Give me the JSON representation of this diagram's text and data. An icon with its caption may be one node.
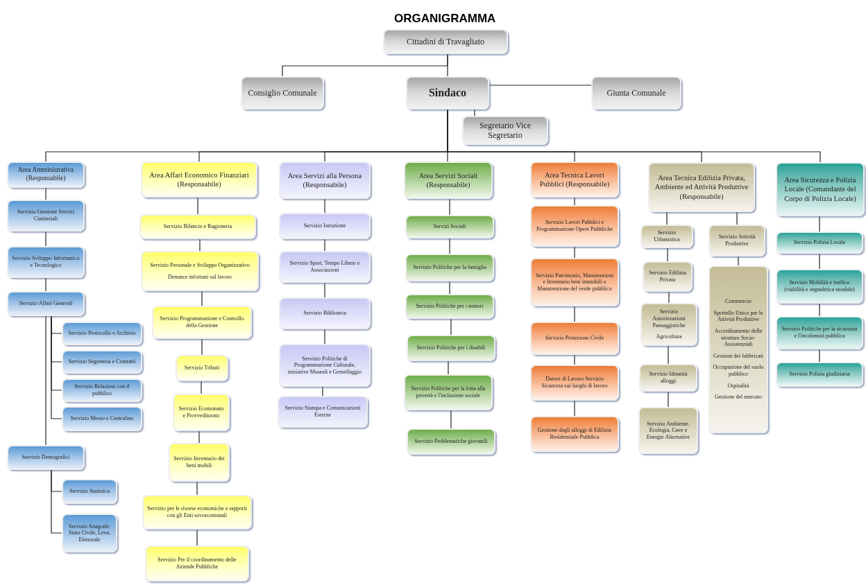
{
  "diagram": {
    "title": "ORGANIGRAMMA",
    "nodes": [
      {
        "text": [
          "Cittadini di Travagliato"
        ]
      },
      {
        "text": [
          "Consiglio Comunale"
        ]
      },
      {
        "text": [
          "Sindaco"
        ]
      },
      {
        "text": [
          "Giunta Comunale"
        ]
      },
      {
        "text": [
          "Segretario Vice Segretario"
        ]
      },
      {
        "text": [
          "Area Amministrativa (Responsabile)"
        ]
      },
      {
        "text": [
          "Servizio Gestione Servizi Cimiteriali"
        ]
      },
      {
        "text": [
          "Servizio Sviluppo Informatico e Tecnologico"
        ]
      },
      {
        "text": [
          "Servizio Affari Generali"
        ]
      },
      {
        "text": [
          "Servizio Protocollo e Archivio"
        ]
      },
      {
        "text": [
          "Servizio Segreteria e Contratti"
        ]
      },
      {
        "text": [
          "Servizio Relazioni con il pubblico"
        ]
      },
      {
        "text": [
          "Servizio Messo e Centralino"
        ]
      },
      {
        "text": [
          "Servizio Demografici"
        ]
      },
      {
        "text": [
          "Servizio Statistica"
        ]
      },
      {
        "text": [
          "Servizio Anagrafe, Stato Civile, Leva, Elettorale"
        ]
      },
      {
        "text": [
          "Area Affari Economico Finanziari (Responsabile)"
        ]
      },
      {
        "text": [
          "Servizio Bilancio e Ragioneria"
        ]
      },
      {
        "text": [
          "Servizio Personale e Sviluppo Organizzativo",
          "Denunce infortuni sul lavoro"
        ]
      },
      {
        "text": [
          "Servizio Programmazione e Controllo della Gestione"
        ]
      },
      {
        "text": [
          "Servizio Tributi"
        ]
      },
      {
        "text": [
          "Servizio Economato e Provveditorato"
        ]
      },
      {
        "text": [
          "Servizio Inventario dei beni mobili"
        ]
      },
      {
        "text": [
          "Servizio per le risorse economiche e rapporti con gli Enti sovracomunali"
        ]
      },
      {
        "text": [
          "Servizio Per il coordinamento delle Aziende Pubbliche"
        ]
      },
      {
        "text": [
          "Area Servizi alla Persona (Responsabile)"
        ]
      },
      {
        "text": [
          "Servizio Istruzione"
        ]
      },
      {
        "text": [
          "Servizio Sport, Tempo Libero e Associazioni"
        ]
      },
      {
        "text": [
          "Servizio Biblioteca"
        ]
      },
      {
        "text": [
          "Servizio Politiche di Programmazione Culturale, iniziative Museali e Gemellaggio"
        ]
      },
      {
        "text": [
          "Servizio Stampa e Comunicazioni Esterne"
        ]
      },
      {
        "text": [
          "Area Servizi Sociali (Responsabile)"
        ]
      },
      {
        "text": [
          "Servizi Sociali"
        ]
      },
      {
        "text": [
          "Servizio Politiche per la famiglia"
        ]
      },
      {
        "text": [
          "Servizio Politiche per i minori"
        ]
      },
      {
        "text": [
          "Servizio Politiche per i disabili"
        ]
      },
      {
        "text": [
          "Servizio Politiche per la lotta alla povertà e l'inclusione sociale"
        ]
      },
      {
        "text": [
          "Servizio Problematiche giovanili"
        ]
      },
      {
        "text": [
          "Area Tecnica Lavori Pubblici (Responsabile)"
        ]
      },
      {
        "text": [
          "Servizio Lavori Pubblici e Programmazione Opere Pubbliche"
        ]
      },
      {
        "text": [
          "Servizio Patrimonio, Manutenzioni e Inventario beni immobili e Manutenzione del verde pubblico"
        ]
      },
      {
        "text": [
          "Servizio Protezione Civile"
        ]
      },
      {
        "text": [
          "Datore di Lavoro Servizio Sicurezza sui luoghi di lavoro"
        ]
      },
      {
        "text": [
          "Gestione degli alloggi di Edilizia Residenziale Pubblica"
        ]
      },
      {
        "text": [
          "Area Tecnica Edilizia Privata, Ambiente ed Attività Produttive (Responsabile)"
        ]
      },
      {
        "text": [
          "Servizio Urbanistica"
        ]
      },
      {
        "text": [
          "Servizio Attività Produttive"
        ]
      },
      {
        "text": [
          "Servizio Edilizia Privata"
        ]
      },
      {
        "text": [
          "Servizio Autorizzazioni Paesaggistiche",
          "Agricoltura"
        ]
      },
      {
        "text": [
          "Servizio Idoneità alloggi"
        ]
      },
      {
        "text": [
          "Servizio Ambiente, Ecologia, Cave e Energie Alternative"
        ]
      },
      {
        "text": [
          "Commercio",
          "Sportello Unico per le Attività Produttive",
          "Accreditamento delle strutture Socio-Assistenziali",
          "Cessioni dei fabbricati",
          "Occupazione del suolo pubblico",
          "Ospitalità",
          "Gestione del mercato"
        ]
      },
      {
        "text": [
          "Area Sicurezza e Polizia Locale (Comandante del Corpo di Polizia Locale)"
        ]
      },
      {
        "text": [
          "Servizio Polizia Locale"
        ]
      },
      {
        "text": [
          "Servizio Mobilità e traffico (viabilità e segnaletica stradale)"
        ]
      },
      {
        "text": [
          "Servizio Politiche per la sicurezza e l'incolumità pubblica"
        ]
      },
      {
        "text": [
          "Servizio Polizia giudiziaria"
        ]
      }
    ],
    "edges": [
      {
        "from": 0,
        "to": 1,
        "arrow": "none"
      },
      {
        "from": 0,
        "to": 2,
        "arrow": "none"
      },
      {
        "from": 2,
        "to": 3,
        "arrow": "none"
      },
      {
        "from": 2,
        "to": 4,
        "arrow": "none"
      },
      {
        "from": 2,
        "to": 5,
        "arrow": "none"
      },
      {
        "from": 2,
        "to": 16,
        "arrow": "none"
      },
      {
        "from": 2,
        "to": 25,
        "arrow": "none"
      },
      {
        "from": 2,
        "to": 31,
        "arrow": "none"
      },
      {
        "from": 2,
        "to": 38,
        "arrow": "none"
      },
      {
        "from": 2,
        "to": 44,
        "arrow": "none"
      },
      {
        "from": 2,
        "to": 52,
        "arrow": "none"
      },
      {
        "from": 5,
        "to": 6,
        "arrow": "none"
      },
      {
        "from": 6,
        "to": 7,
        "arrow": "none"
      },
      {
        "from": 7,
        "to": 8,
        "arrow": "none"
      },
      {
        "from": 8,
        "to": 9,
        "arrow": "none"
      },
      {
        "from": 8,
        "to": 10,
        "arrow": "none"
      },
      {
        "from": 8,
        "to": 11,
        "arrow": "none"
      },
      {
        "from": 8,
        "to": 12,
        "arrow": "none"
      },
      {
        "from": 8,
        "to": 13,
        "arrow": "none"
      },
      {
        "from": 13,
        "to": 14,
        "arrow": "none"
      },
      {
        "from": 13,
        "to": 15,
        "arrow": "none"
      },
      {
        "from": 16,
        "to": 17,
        "arrow": "none"
      },
      {
        "from": 17,
        "to": 18,
        "arrow": "none"
      },
      {
        "from": 18,
        "to": 19,
        "arrow": "none"
      },
      {
        "from": 19,
        "to": 20,
        "arrow": "none"
      },
      {
        "from": 20,
        "to": 21,
        "arrow": "none"
      },
      {
        "from": 21,
        "to": 22,
        "arrow": "none"
      },
      {
        "from": 22,
        "to": 23,
        "arrow": "none"
      },
      {
        "from": 23,
        "to": 24,
        "arrow": "none"
      },
      {
        "from": 25,
        "to": 26,
        "arrow": "none"
      },
      {
        "from": 26,
        "to": 27,
        "arrow": "none"
      },
      {
        "from": 27,
        "to": 28,
        "arrow": "none"
      },
      {
        "from": 28,
        "to": 29,
        "arrow": "none"
      },
      {
        "from": 29,
        "to": 30,
        "arrow": "none"
      },
      {
        "from": 31,
        "to": 32,
        "arrow": "none"
      },
      {
        "from": 32,
        "to": 33,
        "arrow": "none"
      },
      {
        "from": 33,
        "to": 34,
        "arrow": "none"
      },
      {
        "from": 34,
        "to": 35,
        "arrow": "none"
      },
      {
        "from": 35,
        "to": 36,
        "arrow": "none"
      },
      {
        "from": 36,
        "to": 37,
        "arrow": "none"
      },
      {
        "from": 38,
        "to": 39,
        "arrow": "none"
      },
      {
        "from": 39,
        "to": 40,
        "arrow": "none"
      },
      {
        "from": 40,
        "to": 41,
        "arrow": "none"
      },
      {
        "from": 41,
        "to": 42,
        "arrow": "none"
      },
      {
        "from": 42,
        "to": 43,
        "arrow": "none"
      },
      {
        "from": 44,
        "to": 45,
        "arrow": "none"
      },
      {
        "from": 44,
        "to": 46,
        "arrow": "none"
      },
      {
        "from": 45,
        "to": 47,
        "arrow": "none"
      },
      {
        "from": 47,
        "to": 48,
        "arrow": "none"
      },
      {
        "from": 48,
        "to": 49,
        "arrow": "none"
      },
      {
        "from": 49,
        "to": 50,
        "arrow": "none"
      },
      {
        "from": 46,
        "to": 51,
        "arrow": "none"
      },
      {
        "from": 52,
        "to": 53,
        "arrow": "none"
      },
      {
        "from": 53,
        "to": 54,
        "arrow": "none"
      },
      {
        "from": 54,
        "to": 55,
        "arrow": "none"
      },
      {
        "from": 55,
        "to": 56,
        "arrow": "none"
      }
    ]
  }
}
